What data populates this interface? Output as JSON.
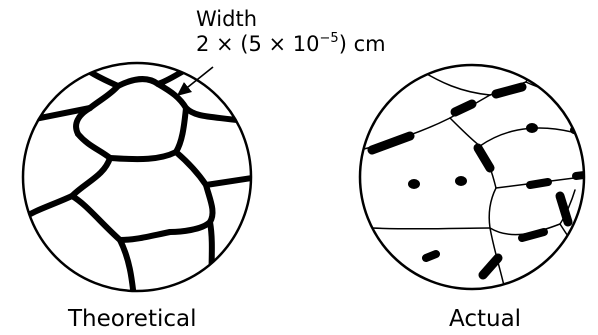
{
  "width_label": {
    "title": "Width",
    "prefix": "2 × (5 × 10",
    "exponent": "−5",
    "suffix": ") cm"
  },
  "labels": {
    "left": "Theoretical",
    "right": "Actual"
  },
  "colors": {
    "ink": "#000000",
    "background": "#ffffff"
  }
}
